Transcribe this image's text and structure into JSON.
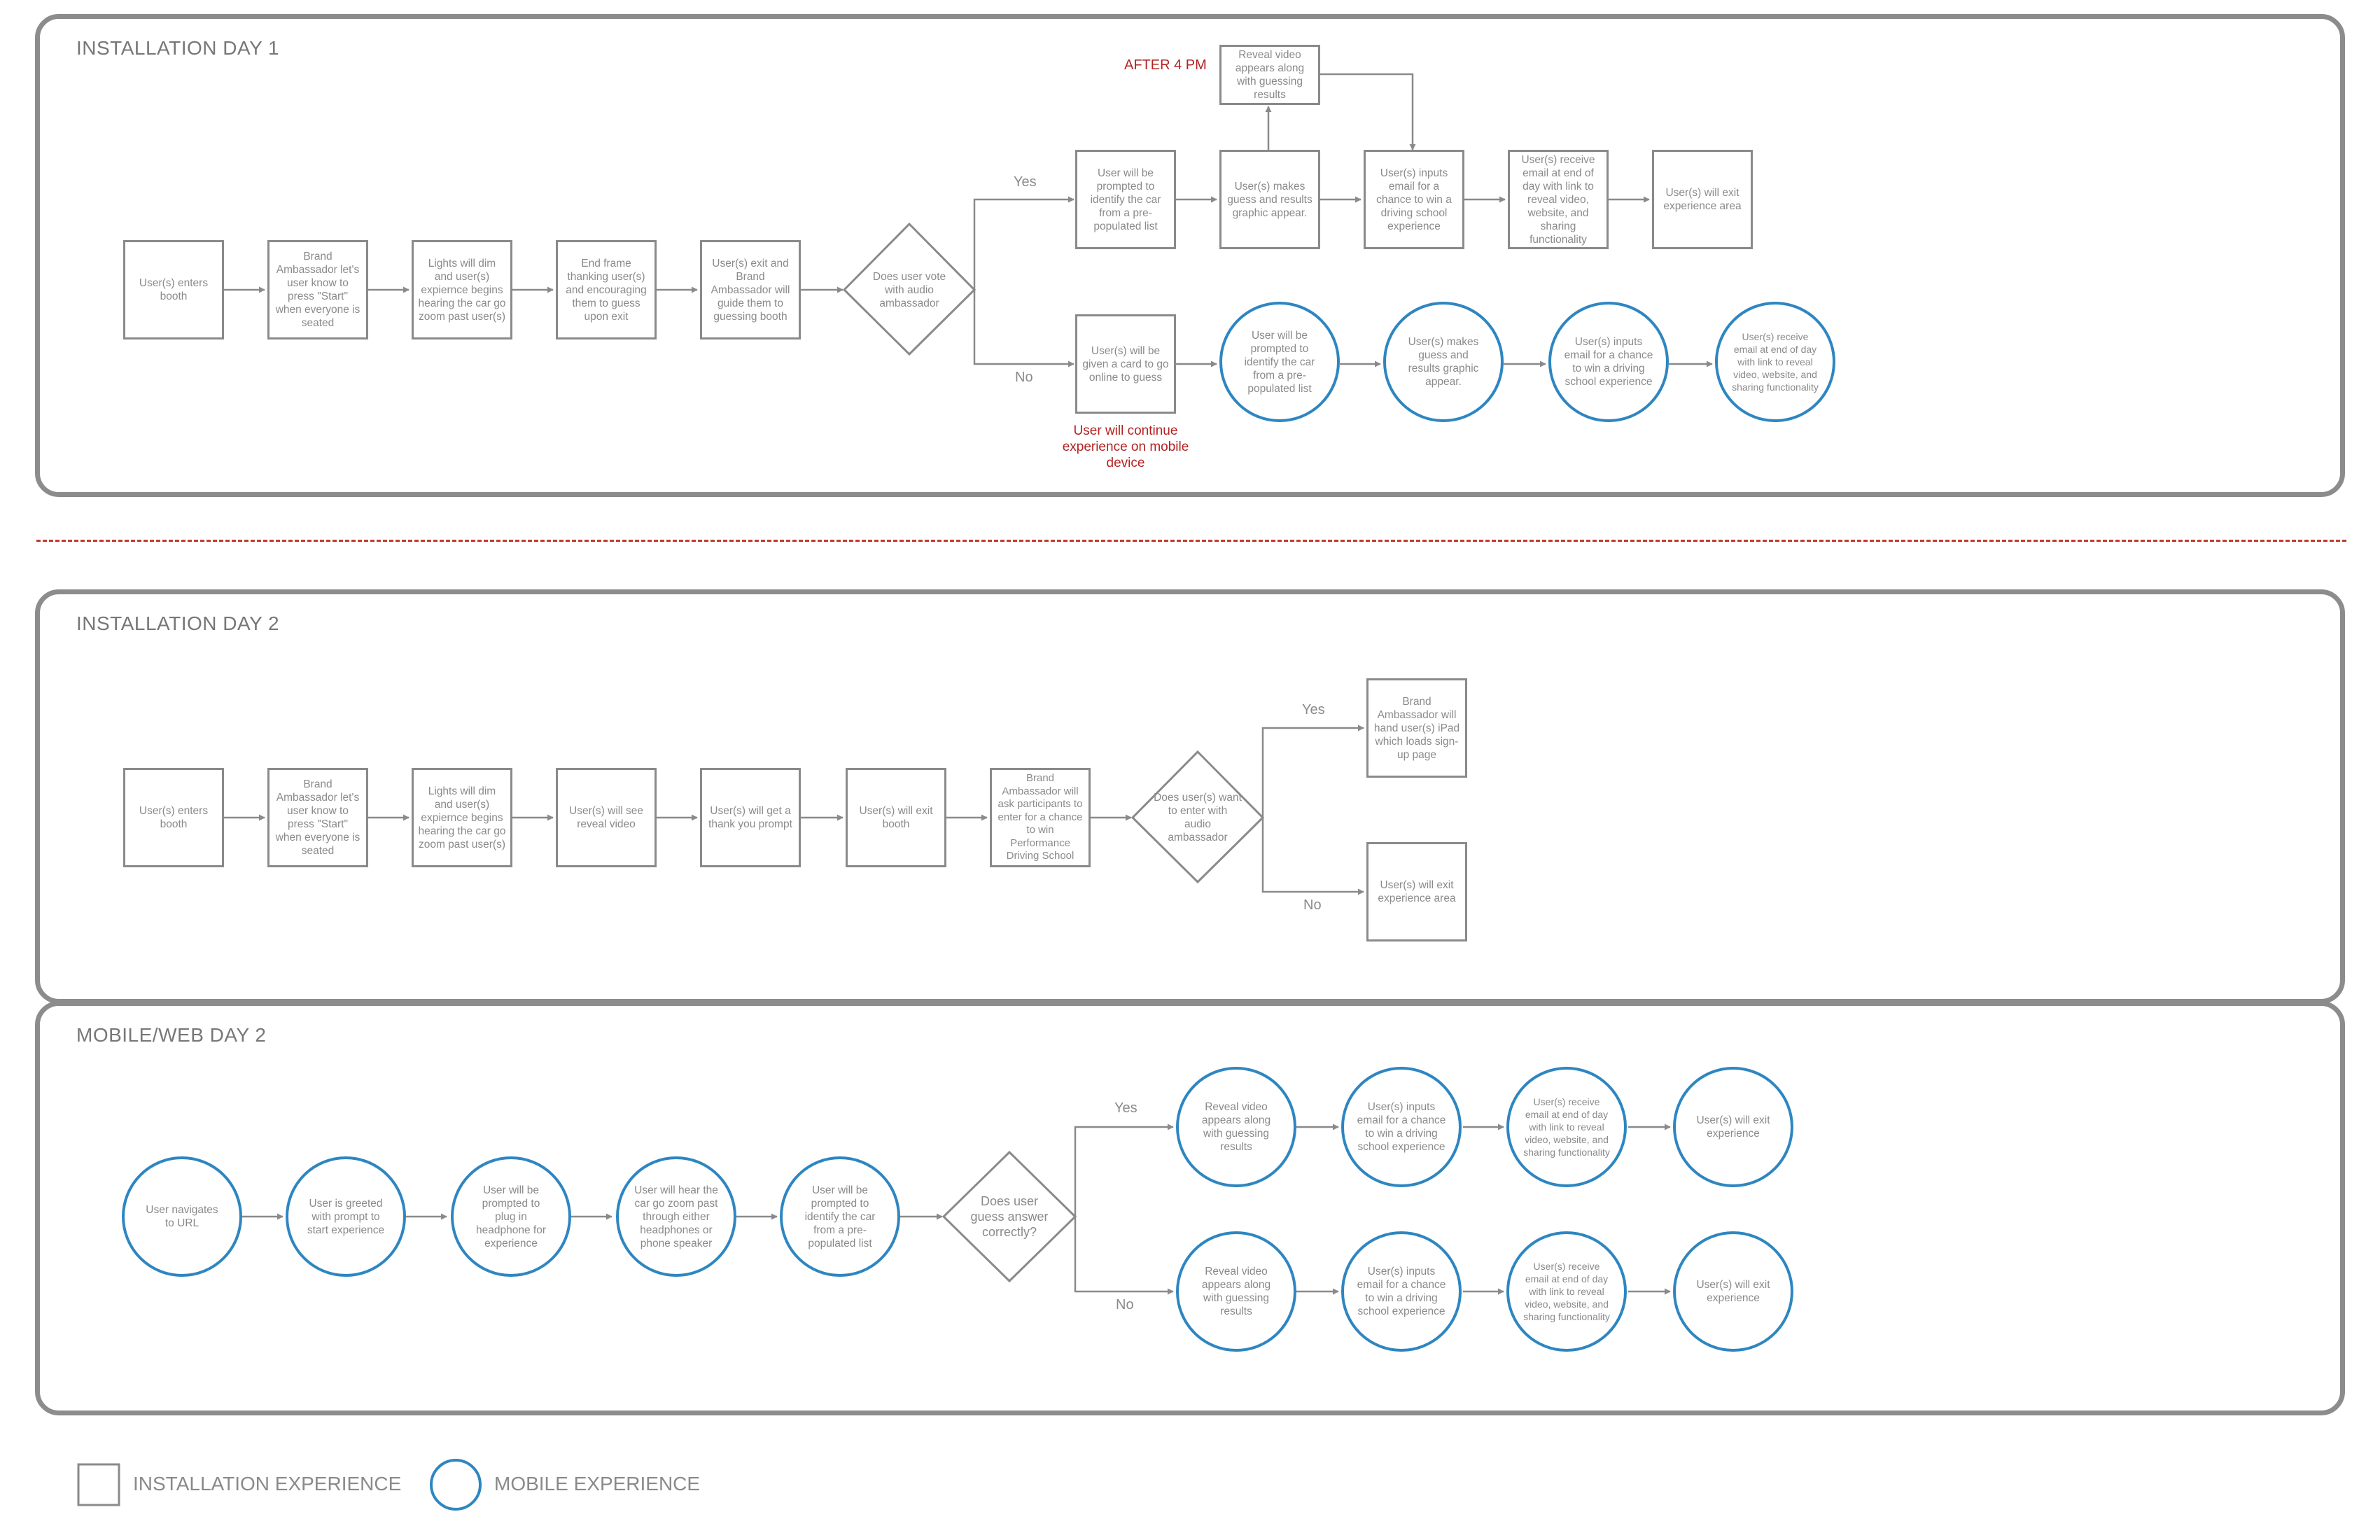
{
  "panels": {
    "day1": {
      "title": "INSTALLATION DAY 1"
    },
    "day2": {
      "title": "INSTALLATION DAY 2"
    },
    "mobile": {
      "title": "MOBILE/WEB DAY 2"
    }
  },
  "labels": {
    "yes": "Yes",
    "no": "No",
    "after4": "AFTER 4 PM",
    "continue_mobile": "User will continue experience on mobile device"
  },
  "nodes": {
    "d1_enter": "User(s) enters booth",
    "d1_ambassador": "Brand Ambassador let's user know to press \"Start\" when everyone is seated",
    "d1_lights": "Lights will dim and user(s) expiernce begins hearing the car go zoom past user(s)",
    "d1_endframe": "End frame thanking user(s) and encouraging them to guess upon exit",
    "d1_exit_guide": "User(s) exit and Brand Ambassador will guide them to guessing booth",
    "d1_vote": "Does user vote with audio ambassador",
    "d1_identify": "User will be prompted to identify the car from a pre-populated list",
    "d1_guess": "User(s) makes guess and results graphic appear.",
    "d1_reveal": "Reveal video appears along with guessing results",
    "d1_email": "User(s) inputs email for a chance to win a driving school experience",
    "d1_receive": "User(s) receive email at end of day with link to reveal video, website, and sharing functionality",
    "d1_exit_area": "User(s) will exit experience area",
    "d1_card": "User(s) will be given a card to go online to guess",
    "d1_m_identify": "User will be prompted to identify the car from a pre-populated list",
    "d1_m_guess": "User(s) makes guess and results graphic appear.",
    "d1_m_email": "User(s) inputs email for a chance to win a driving school experience",
    "d1_m_receive": "User(s) receive email at end of day with link to reveal video, website, and sharing functionality",
    "d2_enter": "User(s) enters booth",
    "d2_ambassador": "Brand Ambassador let's user know to press \"Start\" when everyone is seated",
    "d2_lights": "Lights will dim and user(s) expiernce begins hearing the car go zoom past user(s)",
    "d2_reveal": "User(s) will see reveal video",
    "d2_thanks": "User(s) will get a thank you prompt",
    "d2_exit_booth": "User(s) will exit booth",
    "d2_ask": "Brand Ambassador will ask participants to enter for a chance to win Performance Driving School",
    "d2_want": "Does user(s) want to enter with audio ambassador",
    "d2_ipad": "Brand Ambassador will hand user(s) iPad which loads sign-up page",
    "d2_exit_area": "User(s) will exit experience area",
    "m_url": "User navigates to URL",
    "m_greet": "User is greeted with prompt to start experience",
    "m_plug": "User will be prompted to plug in headphone for experience",
    "m_hear": "User will hear the car go zoom past through either headphones or phone speaker",
    "m_identify": "User will be prompted to identify the car from a pre-populated list",
    "m_correct": "Does user guess answer correctly?",
    "m_y_reveal": "Reveal video appears along with guessing results",
    "m_y_email": "User(s) inputs email for a chance to win a driving school experience",
    "m_y_receive": "User(s) receive email at end of day with link to reveal video, website, and sharing functionality",
    "m_y_exit": "User(s) will exit experience",
    "m_n_reveal": "Reveal video appears along with guessing results",
    "m_n_email": "User(s) inputs email for a chance to win a driving school experience",
    "m_n_receive": "User(s) receive email at end of day with link to reveal video, website, and sharing functionality",
    "m_n_exit": "User(s) will exit experience"
  },
  "legend": {
    "installation": "INSTALLATION EXPERIENCE",
    "mobile": "MOBILE EXPERIENCE"
  },
  "colors": {
    "outline": "#8c8c8c",
    "mobile_blue": "#2e86c1",
    "accent_red": "#b22222"
  }
}
